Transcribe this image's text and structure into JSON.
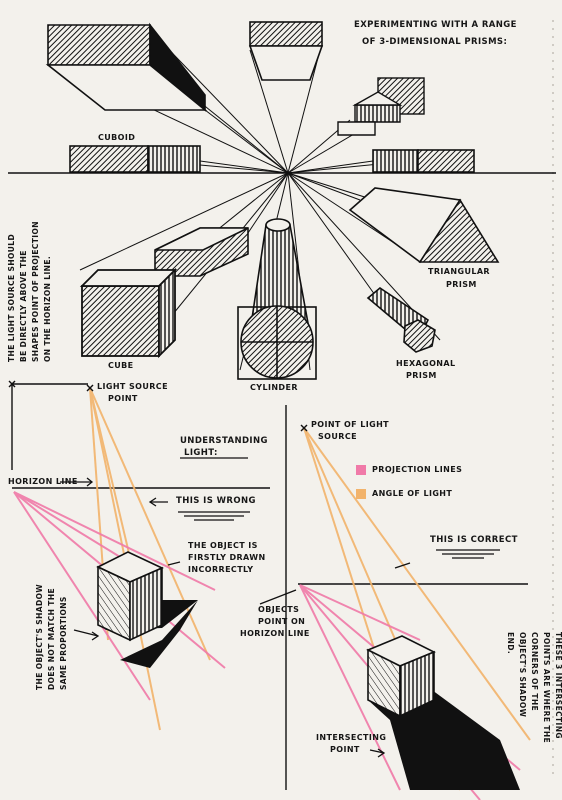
{
  "title_line1": "EXPERIMENTING WITH A RANGE",
  "title_line2": "OF 3-DIMENSIONAL PRISMS:",
  "labels": {
    "cuboid": "CUBOID",
    "cube": "CUBE",
    "cylinder": "CYLINDER",
    "triangular_prism_1": "TRIANGULAR",
    "triangular_prism_2": "PRISM",
    "hexagonal_prism_1": "HEXAGONAL",
    "hexagonal_prism_2": "PRISM",
    "light_source_rule_1": "THE LIGHT SOURCE SHOULD",
    "light_source_rule_2": "BE DIRECTLY ABOVE THE",
    "light_source_rule_3": "SHAPES POINT OF PROJECTION",
    "light_source_rule_4": "ON THE HORIZON LINE.",
    "light_source_point_1": "LIGHT SOURCE",
    "light_source_point_2": "POINT",
    "understanding_1": "UNDERSTANDING",
    "understanding_2": "LIGHT:",
    "point_of_light_1": "POINT OF LIGHT",
    "point_of_light_2": "SOURCE",
    "horizon_line": "HORIZON LINE",
    "wrong": "THIS IS WRONG",
    "correct": "THIS IS CORRECT",
    "drawn_incorrectly_1": "THE OBJECT IS",
    "drawn_incorrectly_2": "FIRSTLY DRAWN",
    "drawn_incorrectly_3": "INCORRECTLY",
    "shadow_note_1": "THE OBJECT'S SHADOW",
    "shadow_note_2": "DOES NOT MATCH THE",
    "shadow_note_3": "SAME PROPORTIONS",
    "objects_point_1": "OBJECTS",
    "objects_point_2": "POINT ON",
    "objects_point_3": "HORIZON LINE",
    "intersecting_1": "INTERSECTING",
    "intersecting_2": "POINT",
    "corners_note_1": "THESE 3 INTERSECTING",
    "corners_note_2": "POINTS ARE WHERE THE",
    "corners_note_3": "CORNERS OF THE",
    "corners_note_4": "OBJECT'S SHADOW",
    "corners_note_5": "END."
  },
  "legend": [
    {
      "label": "PROJECTION LINES",
      "color": "#f07aa8"
    },
    {
      "label": "ANGLE OF LIGHT",
      "color": "#f2b36b"
    }
  ]
}
